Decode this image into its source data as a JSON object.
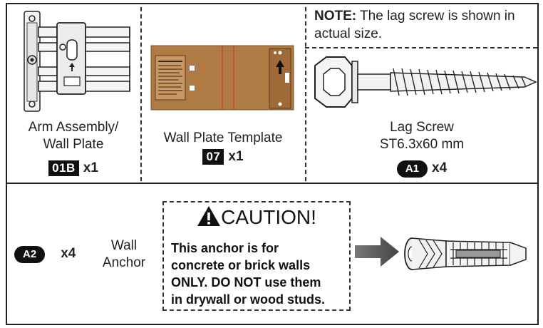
{
  "items": {
    "arm": {
      "name_line1": "Arm Assembly/",
      "name_line2": "Wall Plate",
      "code": "01B",
      "qty": "x1"
    },
    "template": {
      "name": "Wall Plate Template",
      "code": "07",
      "qty": "x1"
    },
    "lag_screw": {
      "name": "Lag Screw",
      "spec": "ST6.3x60 mm",
      "code": "A1",
      "qty": "x4"
    },
    "anchor": {
      "code": "A2",
      "qty": "x4",
      "name_line1": "Wall",
      "name_line2": "Anchor"
    }
  },
  "note": {
    "prefix": "NOTE:",
    "text": " The lag screw is shown in actual size."
  },
  "caution": {
    "title": "CAUTION!",
    "line1": "This anchor is for",
    "line2": "concrete or brick walls",
    "line3": "ONLY. DO NOT use them",
    "line4": "in drywall or wood studs."
  },
  "icons": [
    "arm-assembly-illustration",
    "wall-plate-template-illustration",
    "lag-screw-illustration",
    "warning-triangle-icon",
    "arrow-right-icon",
    "wall-anchor-illustration"
  ],
  "colors": {
    "template_brown": "#b07a45",
    "ink": "#111111",
    "arrow_gray": "#555555"
  }
}
